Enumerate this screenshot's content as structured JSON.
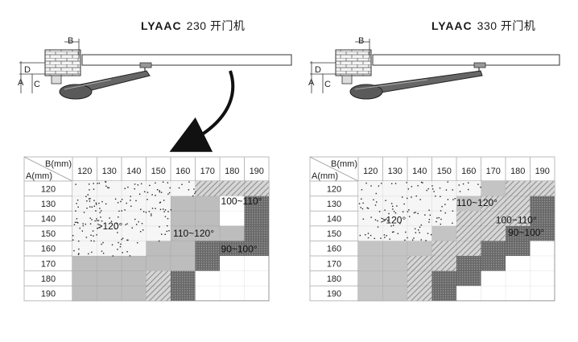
{
  "panels": [
    {
      "model": "LYAAC",
      "number": "230",
      "suffix": "开门机",
      "axis_b_label": "B(mm)",
      "axis_a_label": "A(mm)",
      "columns": [
        "120",
        "130",
        "140",
        "150",
        "160",
        "170",
        "180",
        "190"
      ],
      "rows": [
        "120",
        "130",
        "140",
        "150",
        "160",
        "170",
        "180",
        "190"
      ],
      "zones": [
        {
          "label": ">120°",
          "fill": "speckle"
        },
        {
          "label": "110~120°",
          "fill": "#bdbdbd"
        },
        {
          "label": "100~110°",
          "fill": "hatch"
        },
        {
          "label": "90~100°",
          "fill": "#777777"
        }
      ]
    },
    {
      "model": "LYAAC",
      "number": "330",
      "suffix": "开门机",
      "axis_b_label": "B(mm)",
      "axis_a_label": "A(mm)",
      "columns": [
        "120",
        "130",
        "140",
        "150",
        "160",
        "170",
        "180",
        "190"
      ],
      "rows": [
        "120",
        "130",
        "140",
        "150",
        "160",
        "170",
        "180",
        "190"
      ],
      "zones": [
        {
          "label": ">120°",
          "fill": "speckle"
        },
        {
          "label": "110~120°",
          "fill": "#c4c4c4"
        },
        {
          "label": "100~110°",
          "fill": "hatch"
        },
        {
          "label": "90~100°",
          "fill": "#777777"
        }
      ]
    }
  ],
  "diagram_labels": {
    "b": "B",
    "a": "A",
    "c": "C",
    "d": "D"
  }
}
